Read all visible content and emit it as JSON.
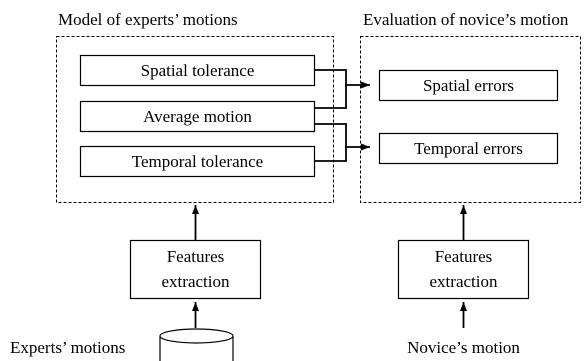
{
  "expert_group": {
    "title": "Model of experts’ motions",
    "boxes": {
      "spatial_tolerance": "Spatial tolerance",
      "average_motion": "Average motion",
      "temporal_tolerance": "Temporal tolerance"
    },
    "features": {
      "line1": "Features",
      "line2": "extraction"
    },
    "input_label": "Experts’ motions"
  },
  "novice_group": {
    "title": "Evaluation of novice’s motion",
    "boxes": {
      "spatial_errors": "Spatial errors",
      "temporal_errors": "Temporal errors"
    },
    "features": {
      "line1": "Features",
      "line2": "extraction"
    },
    "input_label": "Novice’s motion"
  }
}
